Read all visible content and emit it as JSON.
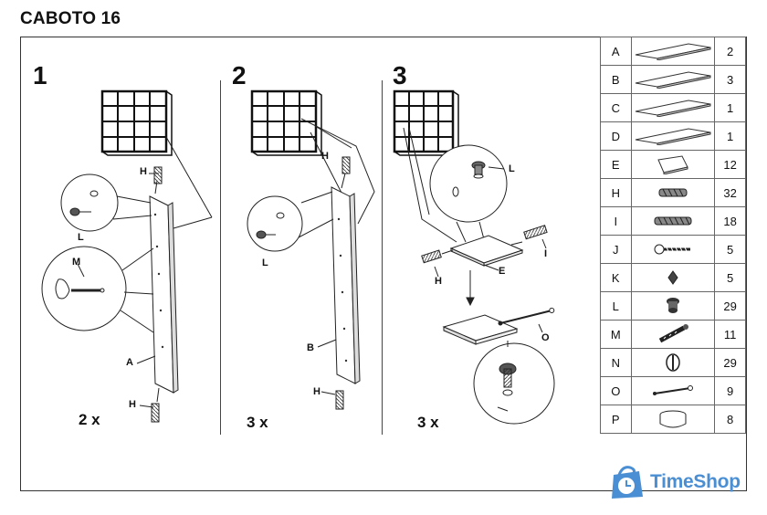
{
  "document": {
    "title": "CABOTO 16"
  },
  "steps": [
    {
      "number": "1",
      "quantity": "2 x",
      "labels": {
        "hardware_top": "H",
        "detail_cam": "L",
        "detail_bolt": "M",
        "panel": "A",
        "hardware_bottom": "H"
      }
    },
    {
      "number": "2",
      "quantity": "3 x",
      "labels": {
        "hardware_top": "H",
        "detail_cam": "L",
        "panel": "B",
        "hardware_bottom": "H"
      }
    },
    {
      "number": "3",
      "quantity": "3 x",
      "labels": {
        "detail_cam": "L",
        "dowel_left": "H",
        "dowel_right": "I",
        "shelf": "E",
        "pin": "O"
      }
    }
  ],
  "parts": [
    {
      "code": "A",
      "icon": "long-panel-icon",
      "count": "2"
    },
    {
      "code": "B",
      "icon": "long-panel-icon",
      "count": "3"
    },
    {
      "code": "C",
      "icon": "long-panel-icon",
      "count": "1"
    },
    {
      "code": "D",
      "icon": "long-panel-icon",
      "count": "1"
    },
    {
      "code": "E",
      "icon": "small-board-icon",
      "count": "12"
    },
    {
      "code": "H",
      "icon": "wood-dowel-icon",
      "count": "32"
    },
    {
      "code": "I",
      "icon": "long-dowel-icon",
      "count": "18"
    },
    {
      "code": "J",
      "icon": "screw-icon",
      "count": "5"
    },
    {
      "code": "K",
      "icon": "small-fitting-icon",
      "count": "5"
    },
    {
      "code": "L",
      "icon": "cam-lock-icon",
      "count": "29"
    },
    {
      "code": "M",
      "icon": "cam-bolt-icon",
      "count": "11"
    },
    {
      "code": "N",
      "icon": "disc-fitting-icon",
      "count": "29"
    },
    {
      "code": "O",
      "icon": "metal-pin-icon",
      "count": "9"
    },
    {
      "code": "P",
      "icon": "ring-fitting-icon",
      "count": "8"
    }
  ],
  "brand": {
    "name": "TimeShop",
    "color": "#4a8fd4"
  }
}
